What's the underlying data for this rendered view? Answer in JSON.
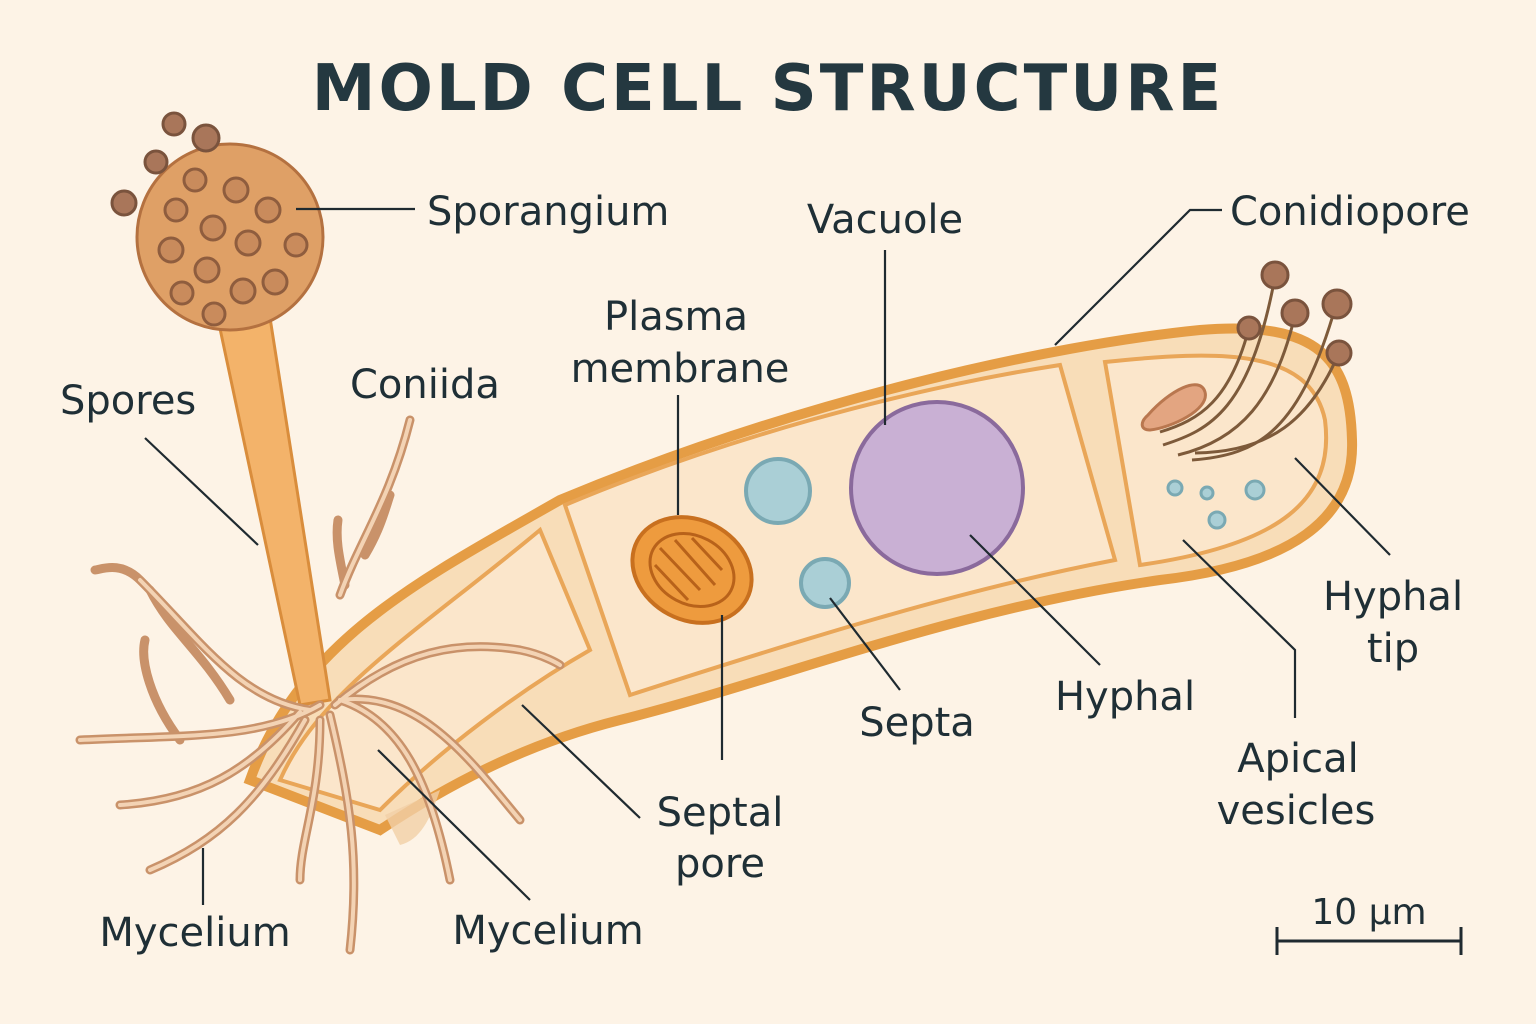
{
  "title": "MOLD CELL STRUCTURE",
  "labels": {
    "sporangium": "Sporangium",
    "vacuole": "Vacuole",
    "conidiopore": "Conidiopore",
    "plasma_membrane_line1": "Plasma",
    "plasma_membrane_line2": "membrane",
    "spores": "Spores",
    "conidia": "Coniida",
    "hyphal_tip_line1": "Hyphal",
    "hyphal_tip_line2": "tip",
    "hyphal": "Hyphal",
    "septa": "Septa",
    "septal_pore_line1": "Septal",
    "septal_pore_line2": "pore",
    "apical_vesicles_line1": "Apical",
    "apical_vesicles_line2": "vesicles",
    "mycelium_left": "Mycelium",
    "mycelium_right": "Mycelium"
  },
  "scale_bar": {
    "label": "10 μm"
  },
  "colors": {
    "background": "#fdf3e6",
    "hypha_wall": "#e59d45",
    "hypha_fill": "#f8ddb8",
    "sporangium": "#d9955a",
    "spore": "#a9765a",
    "mitochondrion": "#ee9b3e",
    "vacuole": "#c9b0d4",
    "vesicle": "#aacfd6",
    "text": "#1f2f36"
  }
}
